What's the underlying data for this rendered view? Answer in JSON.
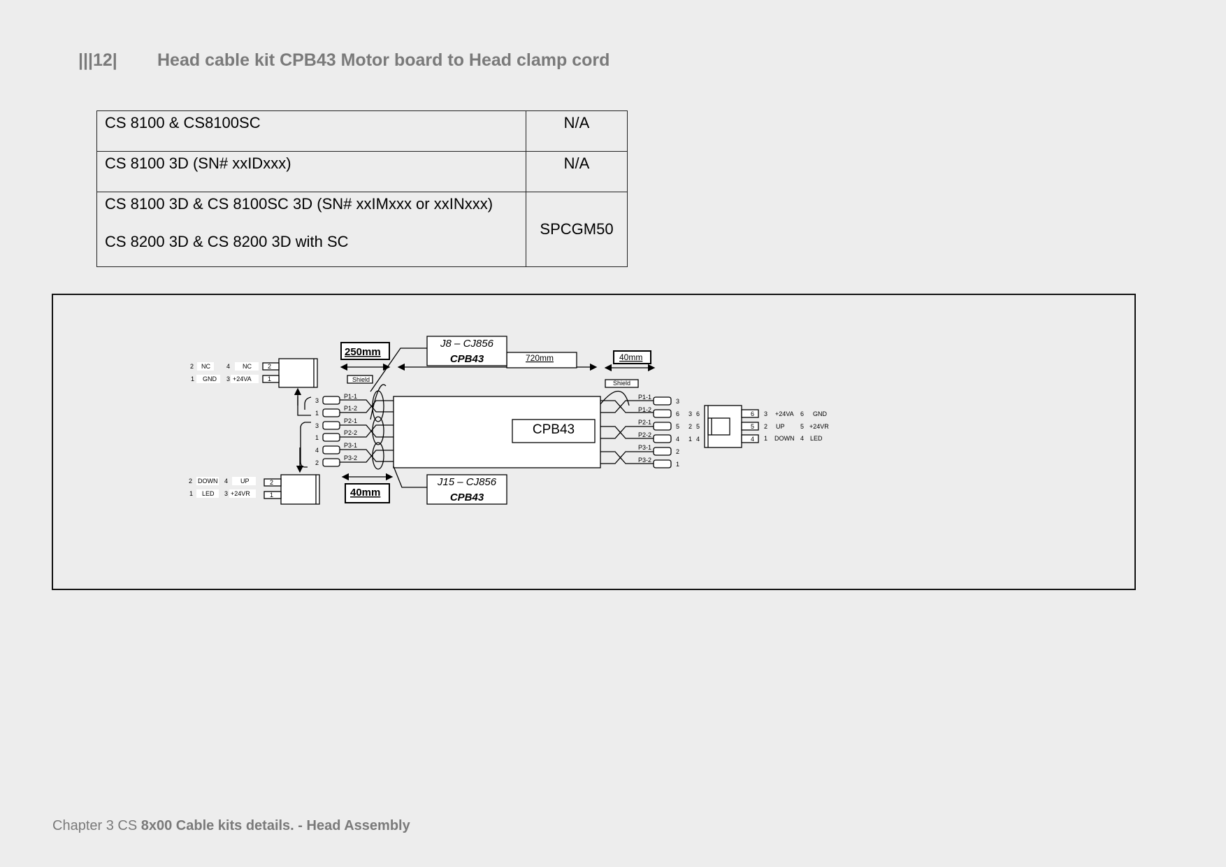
{
  "header": {
    "section_number": "|||12|",
    "title": "Head cable kit CPB43 Motor board to Head clamp cord"
  },
  "compat_table": {
    "rows": [
      {
        "models": [
          "CS 8100 & CS8100SC"
        ],
        "part": "N/A"
      },
      {
        "models": [
          "CS 8100 3D (SN# xxIDxxx)"
        ],
        "part": "N/A"
      },
      {
        "models": [
          "CS 8100 3D & CS 8100SC 3D (SN# xxIMxxx or xxINxxx)",
          "CS 8200 3D & CS 8200 3D with SC"
        ],
        "part": "SPCGM50"
      }
    ]
  },
  "diagram": {
    "label_250": "250mm",
    "label_40_left": "40mm",
    "label_720": "720mm",
    "label_40_right": "40mm",
    "shield_left": "Shield",
    "shield_right": "Shield",
    "j8_line1": "J8 – CJ856",
    "j8_line2": "CPB43",
    "j15_line1": "J15 – CJ856",
    "j15_line2": "CPB43",
    "center_box": "CPB43",
    "top_conn": {
      "pin2": "2",
      "nc_a": "NC",
      "pin4": "4",
      "nc_b": "NC",
      "pin1": "1",
      "gnd": "GND",
      "pin3": "3",
      "v24a": "+24VA",
      "n2": "2",
      "n1": "1"
    },
    "bot_conn": {
      "pin2": "2",
      "down": "DOWN",
      "pin4": "4",
      "up": "UP",
      "pin1": "1",
      "led": "LED",
      "pin3": "3",
      "v24r": "+24VR",
      "n2": "2",
      "n1": "1"
    },
    "left_pins": [
      "3",
      "1",
      "3",
      "1",
      "4",
      "2"
    ],
    "wire_labels": [
      "P1-1",
      "P1-2",
      "P2-1",
      "P2-2",
      "P3-1",
      "P3-2"
    ],
    "right_pins": [
      "3",
      "6",
      "5",
      "4",
      "2",
      "1"
    ],
    "right_map": [
      [
        "3",
        "6"
      ],
      [
        "2",
        "5"
      ],
      [
        "1",
        "4"
      ]
    ],
    "right_conn_nums": [
      "6",
      "5",
      "4"
    ],
    "right_signals": [
      [
        "3",
        "+24VA",
        "6",
        "GND"
      ],
      [
        "2",
        "UP",
        "5",
        "+24VR"
      ],
      [
        "1",
        "DOWN",
        "4",
        "LED"
      ]
    ]
  },
  "footer": {
    "chapter": "Chapter 3 CS",
    "rest": "8x00 Cable kits details. - Head Assembly"
  }
}
